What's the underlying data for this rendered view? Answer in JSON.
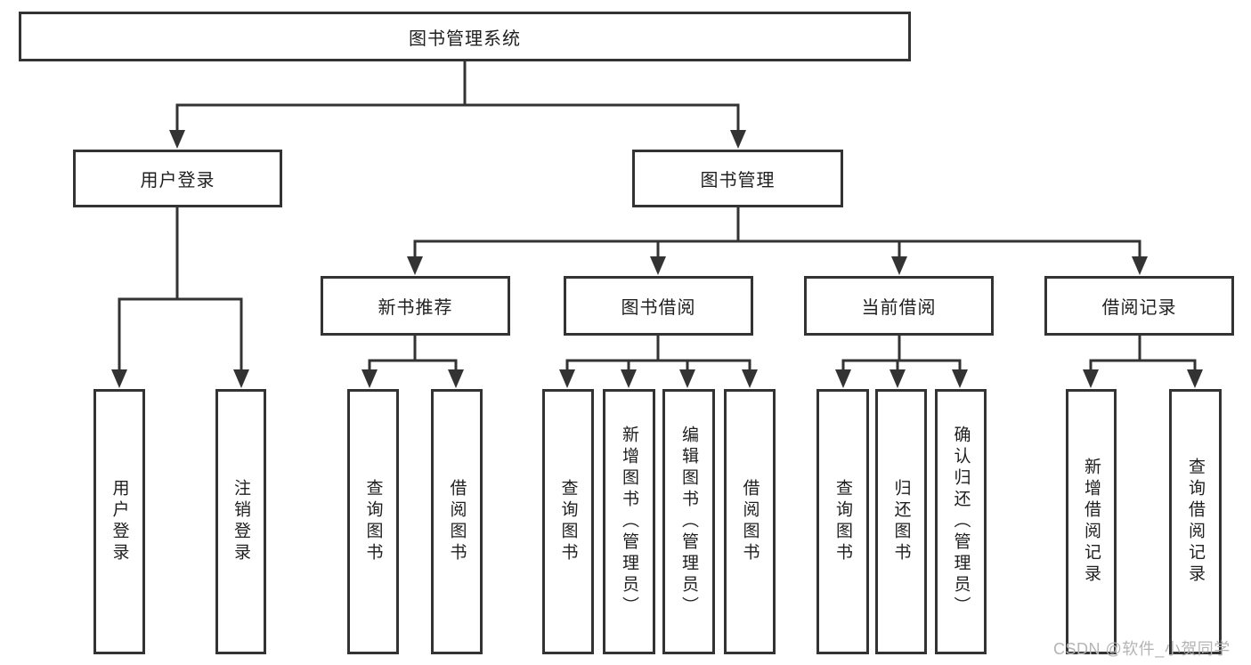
{
  "tree": {
    "label": "图书管理系统",
    "children": [
      {
        "label": "用户登录",
        "children": [
          {
            "label": "用户登录"
          },
          {
            "label": "注销登录"
          }
        ]
      },
      {
        "label": "图书管理",
        "children": [
          {
            "label": "新书推荐",
            "children": [
              {
                "label": "查询图书"
              },
              {
                "label": "借阅图书"
              }
            ]
          },
          {
            "label": "图书借阅",
            "children": [
              {
                "label": "查询图书"
              },
              {
                "label": "新增图书（管理员）"
              },
              {
                "label": "编辑图书（管理员）"
              },
              {
                "label": "借阅图书"
              }
            ]
          },
          {
            "label": "当前借阅",
            "children": [
              {
                "label": "查询图书"
              },
              {
                "label": "归还图书"
              },
              {
                "label": "确认归还（管理员）"
              }
            ]
          },
          {
            "label": "借阅记录",
            "children": [
              {
                "label": "新增借阅记录"
              },
              {
                "label": "查询借阅记录"
              }
            ]
          }
        ]
      }
    ]
  },
  "watermark": {
    "text": "CSDN @软件_小贺同学"
  },
  "colors": {
    "line": "#333333",
    "text": "#1f1f1f",
    "background": "#ffffff",
    "watermark": "#b4b4b4"
  }
}
